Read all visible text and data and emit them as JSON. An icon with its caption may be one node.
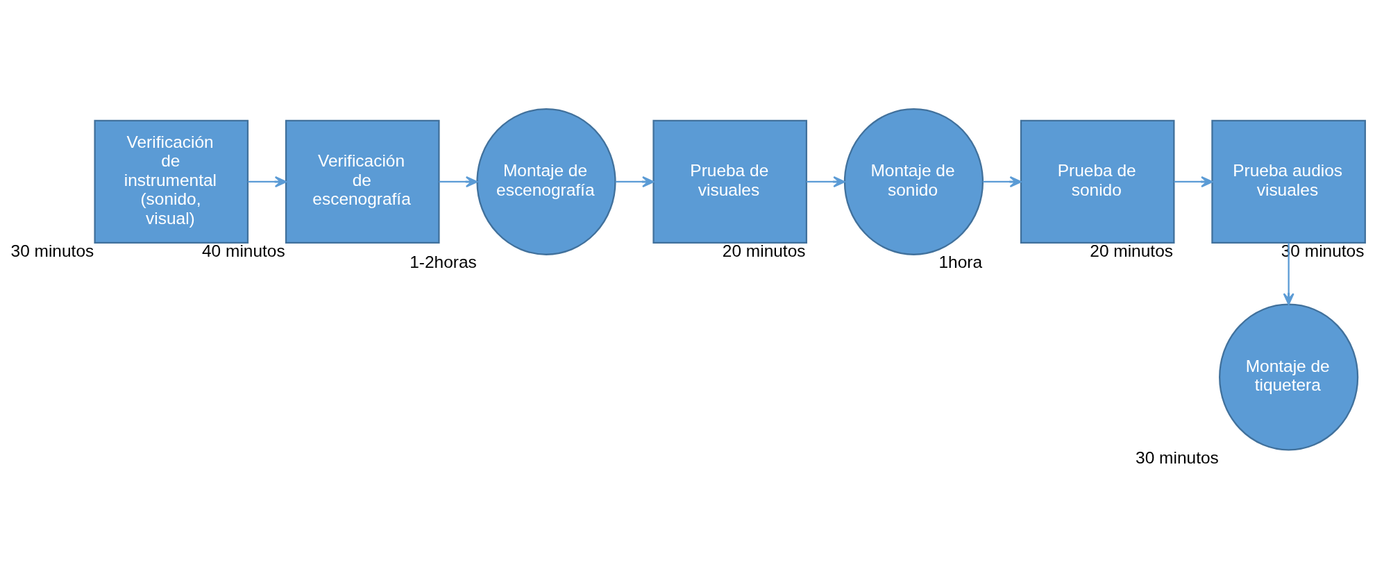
{
  "diagram": {
    "nodes": [
      {
        "text": [
          "Verificación de instrumental (sonido, visual)"
        ],
        "beside": [
          "30 minutos"
        ]
      },
      {
        "text": [
          "Verificación de escenografía"
        ],
        "beside": [
          "40 minutos"
        ]
      },
      {
        "text": [
          "Montaje de escenografía"
        ],
        "beside": [
          "1-2horas"
        ]
      },
      {
        "text": [
          "Prueba de visuales"
        ],
        "beside": [
          "20 minutos"
        ]
      },
      {
        "text": [
          "Montaje de sonido"
        ],
        "beside": [
          "1hora"
        ]
      },
      {
        "text": [
          "Prueba de sonido"
        ],
        "beside": [
          "20 minutos"
        ]
      },
      {
        "text": [
          "Prueba audios visuales"
        ],
        "beside": [
          "30 minutos"
        ]
      },
      {
        "text": [
          "Montaje de tiquetera"
        ],
        "beside": [
          "30 minutos"
        ]
      }
    ],
    "edges": [
      {
        "from": 0,
        "to": 1,
        "arrow": "to"
      },
      {
        "from": 1,
        "to": 2,
        "arrow": "to"
      },
      {
        "from": 2,
        "to": 3,
        "arrow": "to"
      },
      {
        "from": 3,
        "to": 4,
        "arrow": "to"
      },
      {
        "from": 4,
        "to": 5,
        "arrow": "to"
      },
      {
        "from": 5,
        "to": 6,
        "arrow": "to"
      },
      {
        "from": 6,
        "to": 7,
        "arrow": "to"
      }
    ]
  }
}
